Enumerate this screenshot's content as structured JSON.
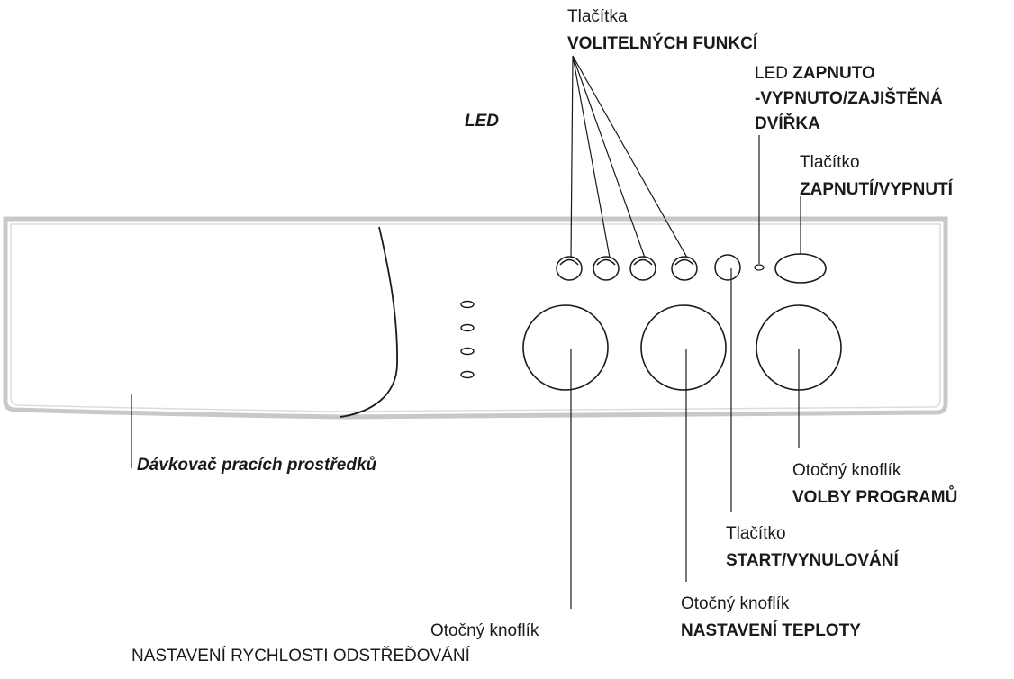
{
  "labels": {
    "option_buttons": {
      "line1": "Tlačítka",
      "line2": "VOLITELNÝCH FUNKCÍ"
    },
    "led_door": {
      "prefix": "LED ",
      "bold1": "ZAPNUTO",
      "line2": "-VYPNUTO/ZAJIŠTĚNÁ",
      "line3": "DVÍŘKA"
    },
    "led": "LED",
    "power_button": {
      "line1": "Tlačítko",
      "line2": "ZAPNUTÍ/VYPNUTÍ"
    },
    "detergent_dispenser": "Dávkovač pracích prostředků",
    "program_knob": {
      "line1": "Otočný knoflík",
      "line2": "VOLBY PROGRAMŮ"
    },
    "start_button": {
      "line1": "Tlačítko",
      "line2": "START/VYNULOVÁNÍ"
    },
    "temperature_knob": {
      "line1": "Otočný knoflík",
      "line2": "NASTAVENÍ TEPLOTY"
    },
    "spin_knob": {
      "line1": "Otočný knoflík",
      "line2": "NASTAVENÍ RYCHLOSTI ODSTŘEĎOVÁNÍ"
    }
  },
  "colors": {
    "line": "#1a1a1a",
    "panel_edge": "#c8c8c8",
    "background": "#ffffff"
  }
}
